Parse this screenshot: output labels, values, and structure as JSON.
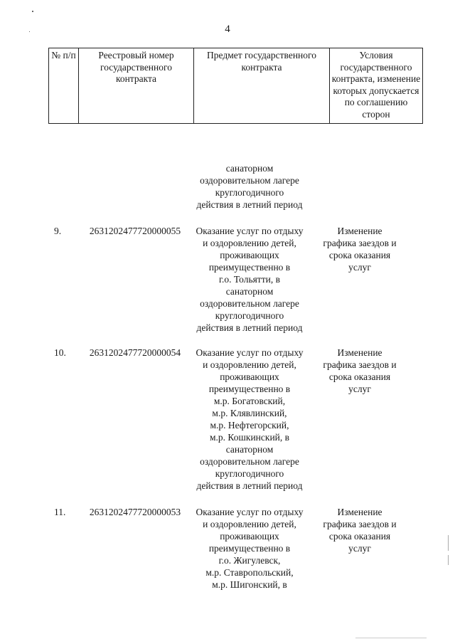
{
  "page_number": "4",
  "header": {
    "col_num": "№ п/п",
    "col_registry": "Реестровый номер государственного контракта",
    "col_subject": "Предмет государственного контракта",
    "col_conditions": "Условия государственного контракта, изменение которых допускается по соглашению сторон"
  },
  "continuation": {
    "subject_lines": [
      "санаторном",
      "оздоровительном лагере",
      "круглогодичного",
      "действия в летний период"
    ]
  },
  "rows": [
    {
      "num": "9.",
      "registry": "2631202477720000055",
      "subject_lines": [
        "Оказание услуг по отдыху",
        "и оздоровлению детей,",
        "проживающих",
        "преимущественно в",
        "г.о. Тольятти, в",
        "санаторном",
        "оздоровительном лагере",
        "круглогодичного",
        "действия в летний период"
      ],
      "conditions_lines": [
        "Изменение",
        "графика заездов и",
        "срока оказания",
        "услуг"
      ]
    },
    {
      "num": "10.",
      "registry": "2631202477720000054",
      "subject_lines": [
        "Оказание услуг по отдыху",
        "и оздоровлению детей,",
        "проживающих",
        "преимущественно в",
        "м.р. Богатовский,",
        "м.р. Клявлинский,",
        "м.р. Нефтегорский,",
        "м.р. Кошкинский, в",
        "санаторном",
        "оздоровительном лагере",
        "круглогодичного",
        "действия в летний период"
      ],
      "conditions_lines": [
        "Изменение",
        "графика заездов и",
        "срока оказания",
        "услуг"
      ]
    },
    {
      "num": "11.",
      "registry": "2631202477720000053",
      "subject_lines": [
        "Оказание услуг по отдыху",
        "и оздоровлению детей,",
        "проживающих",
        "преимущественно в",
        "г.о. Жигулевск,",
        "м.р. Ставропольский,",
        "м.р. Шигонский, в"
      ],
      "conditions_lines": [
        "Изменение",
        "графика заездов и",
        "срока оказания",
        "услуг"
      ]
    }
  ]
}
